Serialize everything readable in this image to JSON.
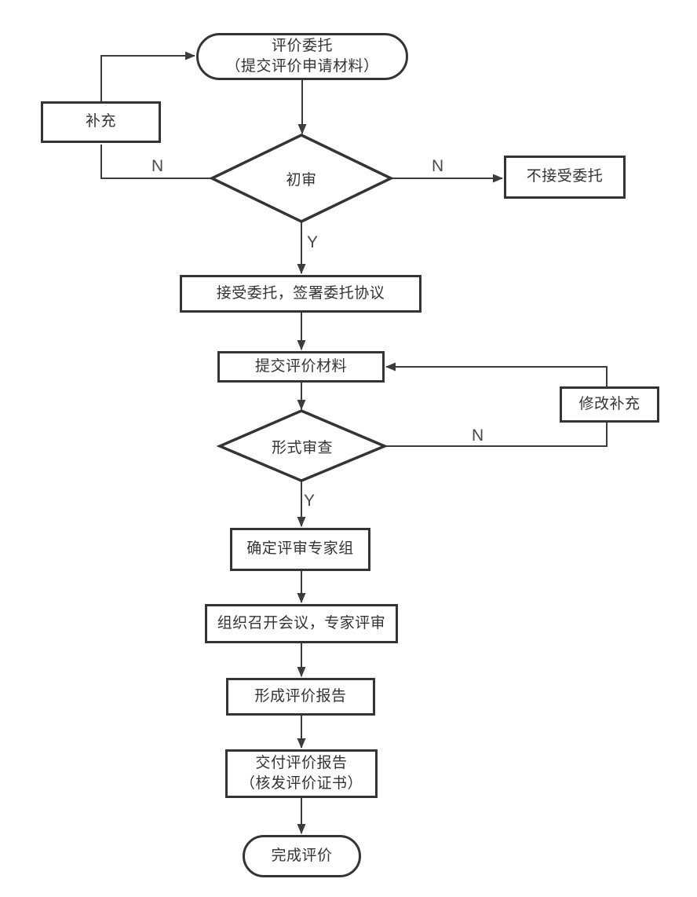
{
  "diagram_type": "flowchart",
  "nodes": {
    "start": {
      "line1": "评价委托",
      "line2": "（提交评价申请材料）"
    },
    "supplement": {
      "label": "补充"
    },
    "initial_review": {
      "label": "初审"
    },
    "reject": {
      "label": "不接受委托"
    },
    "accept": {
      "label": "接受委托，签署委托协议"
    },
    "submit": {
      "label": "提交评价材料"
    },
    "modify": {
      "label": "修改补充"
    },
    "formal_review": {
      "label": "形式审查"
    },
    "expert_group": {
      "label": "确定评审专家组"
    },
    "meeting": {
      "label": "组织召开会议，专家评审"
    },
    "report": {
      "label": "形成评价报告"
    },
    "deliver": {
      "line1": "交付评价报告",
      "line2": "（核发评价证书）"
    },
    "end": {
      "label": "完成评价"
    }
  },
  "edge_labels": {
    "initial_no_left": "N",
    "initial_no_right": "N",
    "initial_yes": "Y",
    "formal_no": "N",
    "formal_yes": "Y"
  },
  "colors": {
    "line": "#3c3c3c",
    "shape_border": "#343434",
    "shape_fill": "#ffffff",
    "text": "#333333",
    "background": "#ffffff"
  }
}
